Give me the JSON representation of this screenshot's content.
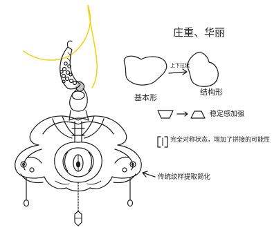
{
  "sketch": {
    "title": "庄重、华丽",
    "arrow_label": "上下拉延",
    "shape_left_label": "基本形",
    "shape_right_label": "结构形",
    "trapezoid_note": "稳定感加强",
    "symmetry_note": "完全对称状态，增加了拼接的可能性",
    "pattern_note": "传统纹样提取简化",
    "colors": {
      "ink": "#1a1a1a",
      "cord": "#f2d21b"
    }
  }
}
